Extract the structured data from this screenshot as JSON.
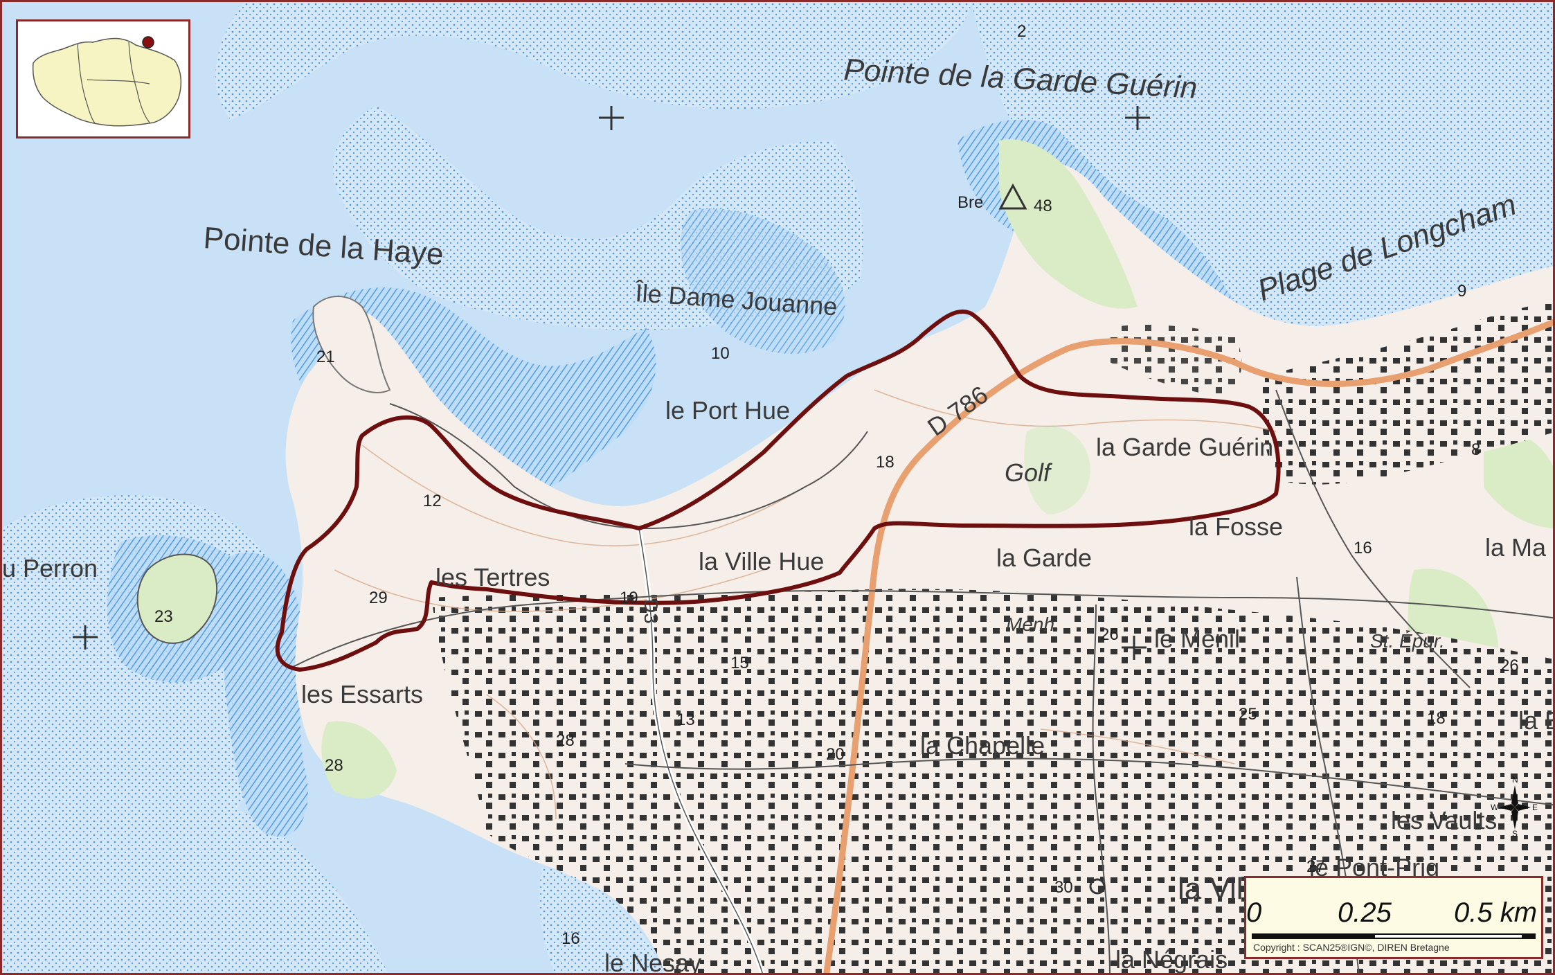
{
  "map": {
    "colors": {
      "sea": "#c8e1f6",
      "land": "#f6efe9",
      "foreshore": "#a9d1f1",
      "rocks": "#5aa8e8",
      "vegetation": "#d9ecc6",
      "road_main": "#e8a070",
      "zone_outline": "#6e0f0f",
      "buildings": "#333333"
    },
    "place_names": {
      "pointe_garde_guerin": "Pointe de la Garde Guérin",
      "pointe_haye": "Pointe de la Haye",
      "plage_longchamp": "Plage de Longcham",
      "ile_dame_jouanne": "Île Dame Jouanne",
      "le_port_hue": "le Port Hue",
      "la_garde_guerin": "la Garde Guérin",
      "golf": "Golf",
      "la_fosse": "la Fosse",
      "la_garde": "la Garde",
      "la_ville_hue": "la Ville Hue",
      "les_tertres": "les Tertres",
      "du_perron": "u Perron",
      "les_essarts": "les Essarts",
      "menh": "Menh.",
      "le_menil": "le Ménil",
      "la_chapelle": "la Chapelle",
      "st_epur": "St. Épur.",
      "les_vaults": "les Vaults",
      "le_pont_prig": "le Pont-Prig",
      "la_vil": "la Vil",
      "la_negrais": "la Négrais",
      "le_nesay": "le Nesay",
      "la_ma": "la Ma",
      "la_ev": "la Ev",
      "bre": "Bre"
    },
    "road_labels": {
      "d786": "D 786",
      "d3": "D3"
    },
    "spot_heights": [
      "2",
      "48",
      "21",
      "10",
      "12",
      "29",
      "23",
      "18",
      "15",
      "13",
      "28",
      "28",
      "20",
      "30",
      "26",
      "16",
      "18",
      "26",
      "27",
      "16",
      "9",
      "8",
      "25",
      "19"
    ],
    "compass": {
      "n": "N",
      "e": "E",
      "s": "S",
      "w": "W"
    },
    "scale": {
      "tick_0": "0",
      "tick_1": "0.25",
      "tick_2": "0.5 km",
      "copyright": "Copyright : SCAN25®IGN©, DIREN Bretagne"
    },
    "locator": {
      "region_color": "#f6f4c2",
      "marker_color": "#8a1010"
    }
  }
}
